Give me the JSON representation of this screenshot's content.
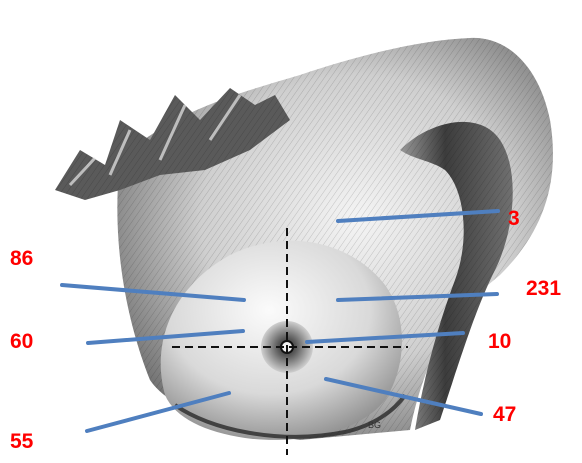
{
  "figure": {
    "signature_text": "BG",
    "label_color": "#ff0000",
    "pointer_color": "#4f7fbf"
  },
  "labels": {
    "upper_outer_top": "3",
    "upper_inner": "86",
    "upper_outer": "231",
    "central_inner": "60",
    "central": "10",
    "lower_outer": "47",
    "lower_inner": "55"
  }
}
